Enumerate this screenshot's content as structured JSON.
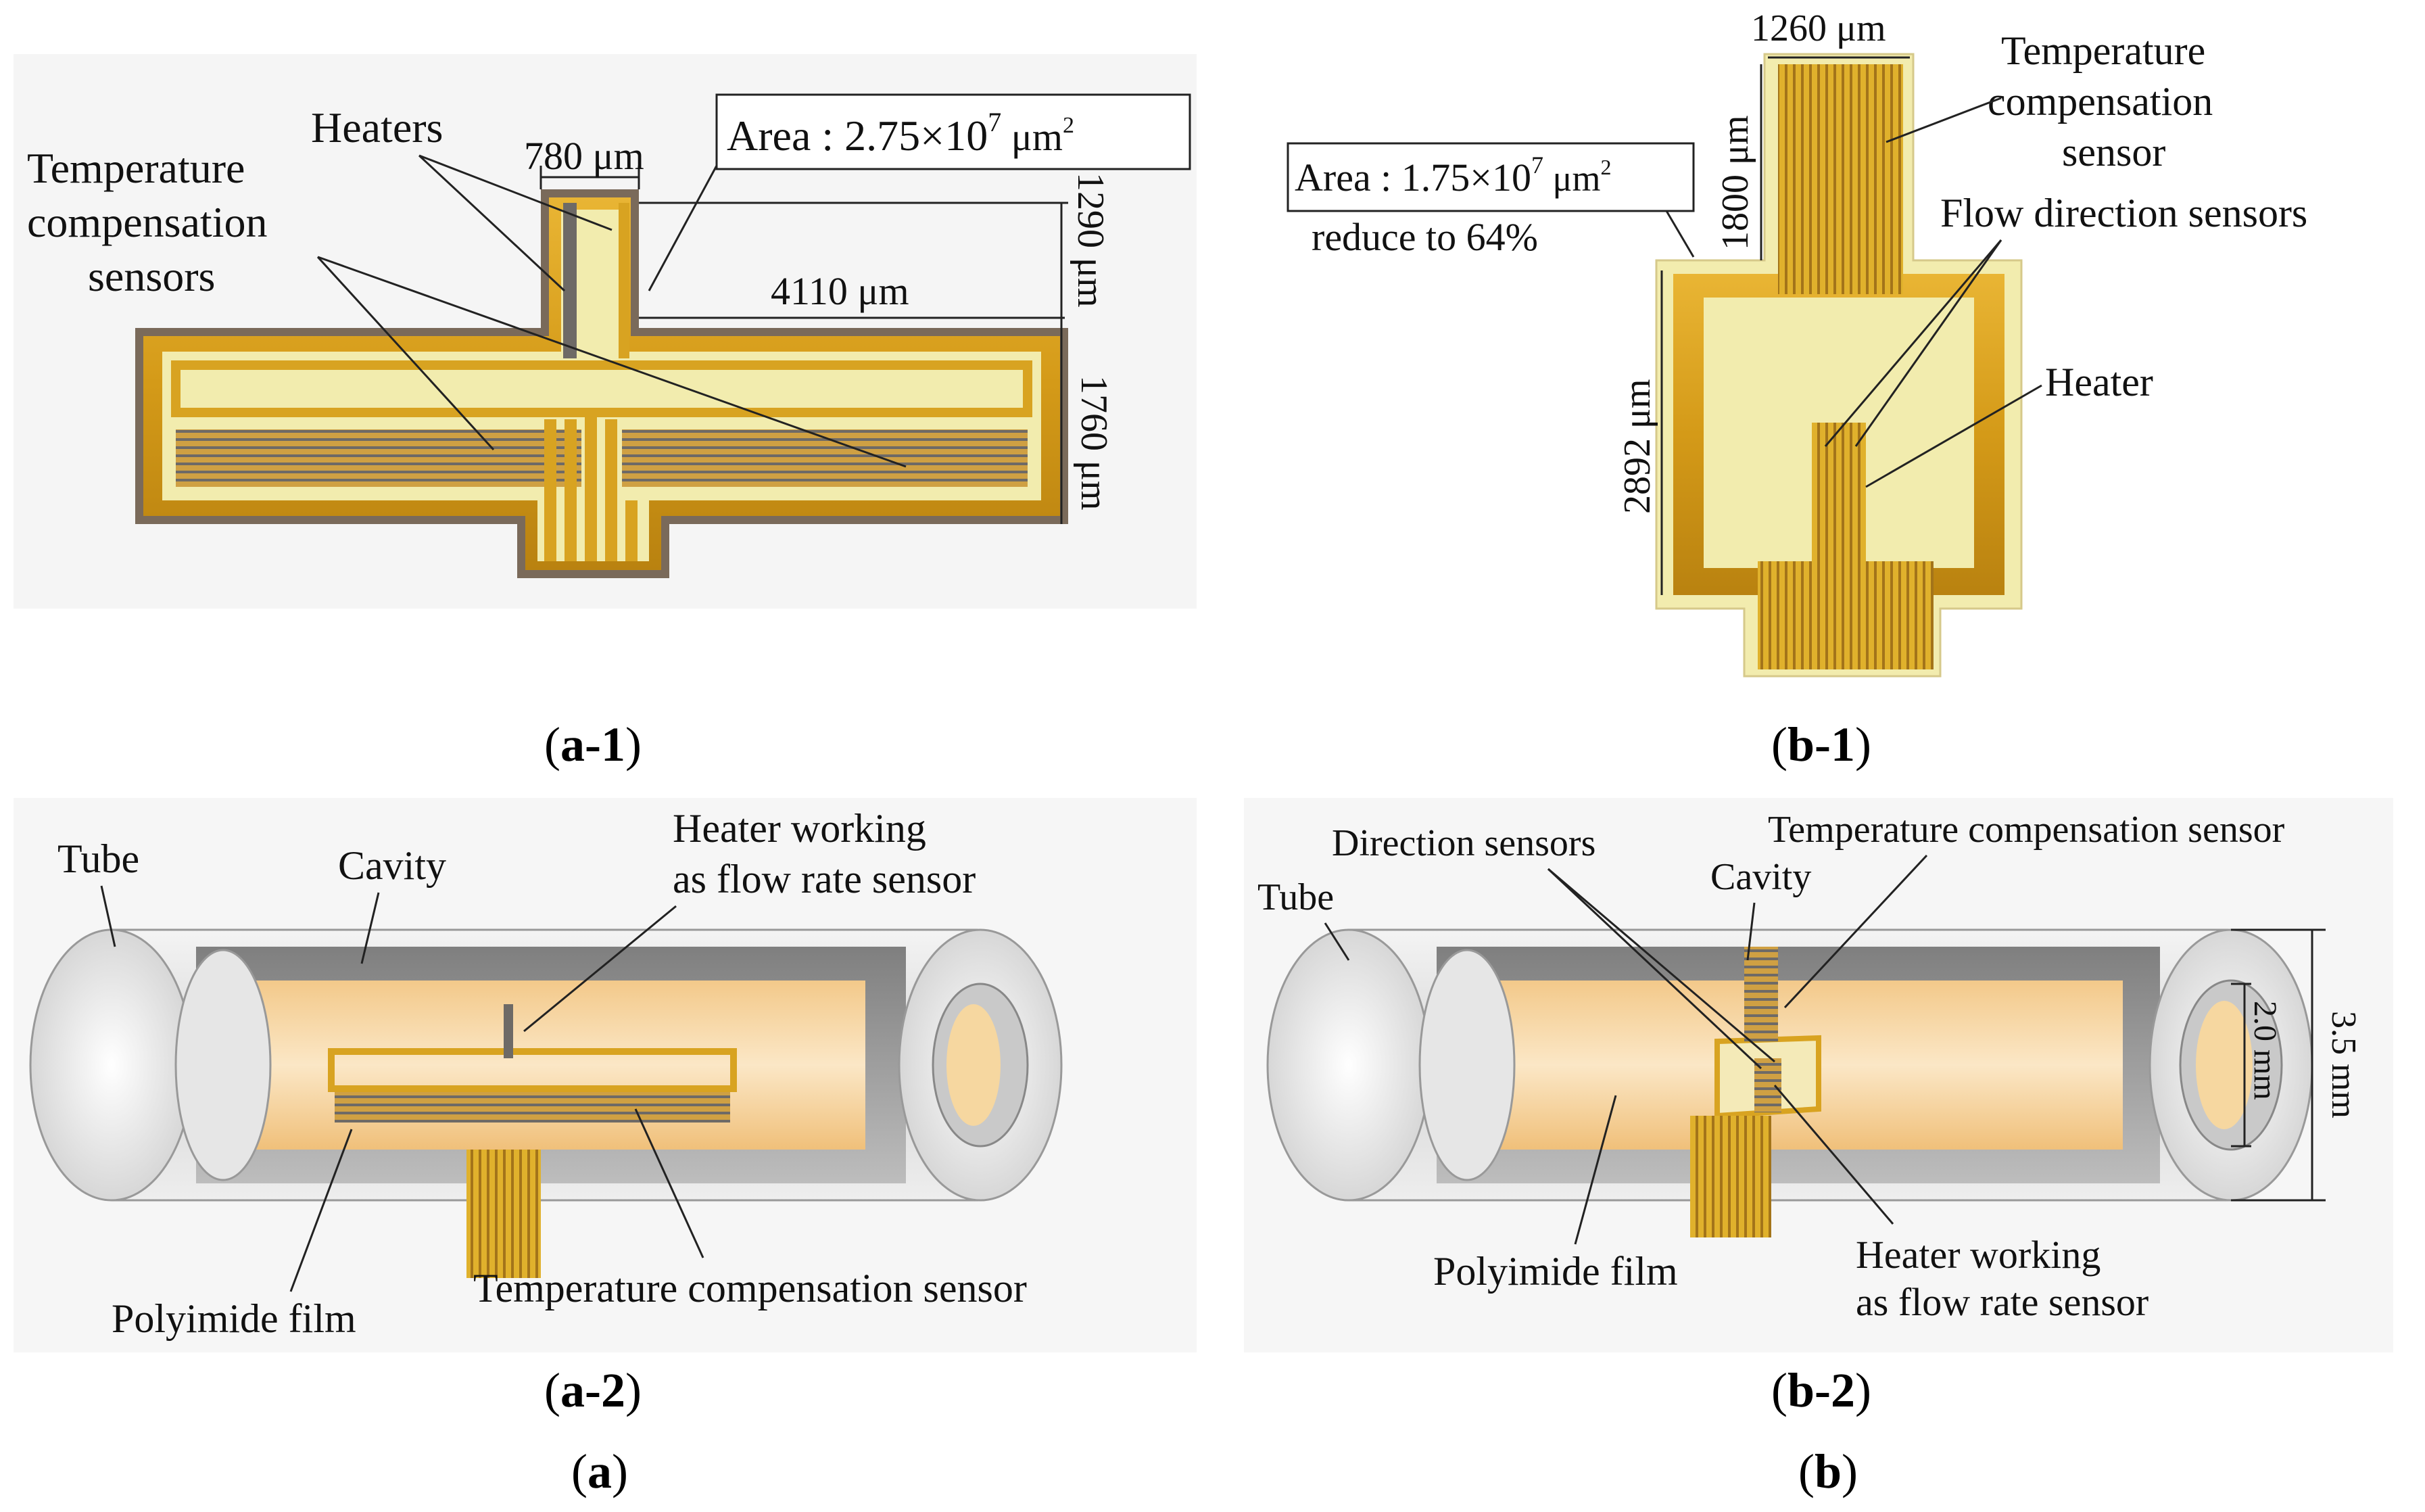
{
  "panel_a1": {
    "label_heaters": "Heaters",
    "label_tcs_line1": "Temperature",
    "label_tcs_line2": "compensation",
    "label_tcs_line3": "sensors",
    "dim_width": "780 μm",
    "dim_area": "Area : 2.75×10",
    "dim_area_exp": "7",
    "dim_area_unit": " μm",
    "dim_area_unit_exp": "2",
    "dim_length": "4110 μm",
    "dim_height_top": "1290 μm",
    "dim_height_body": "1760 μm",
    "caption": "a-1"
  },
  "panel_b1": {
    "dim_width": "1260 μm",
    "dim_height_top": "1800 μm",
    "dim_height_body": "2892 μm",
    "area_text": "Area : 1.75×10",
    "area_exp": "7",
    "area_unit": " μm",
    "area_unit_exp": "2",
    "reduce_text": "reduce to 64%",
    "label_tcs_line1": "Temperature",
    "label_tcs_line2": "compensation",
    "label_tcs_line3": "sensor",
    "label_flow_dir": "Flow direction sensors",
    "label_heater": "Heater",
    "caption": "b-1"
  },
  "panel_a2": {
    "label_tube": "Tube",
    "label_cavity": "Cavity",
    "label_heater_line1": "Heater working",
    "label_heater_line2": "as flow rate sensor",
    "label_film": "Polyimide film",
    "label_tcs": "Temperature compensation sensor",
    "caption": "a-2"
  },
  "panel_b2": {
    "label_direction": "Direction sensors",
    "label_tcs": "Temperature compensation sensor",
    "label_tube": "Tube",
    "label_cavity": "Cavity",
    "label_film": "Polyimide film",
    "label_heater_line1": "Heater working",
    "label_heater_line2": "as flow rate sensor",
    "dim_inner": "2.0 mm",
    "dim_outer": "3.5 mm",
    "caption": "b-2"
  },
  "captions": {
    "a": "a",
    "b": "b"
  },
  "colors": {
    "gold": "#d9a520",
    "gold_dark": "#b07c10",
    "pale_yellow": "#f2ecae",
    "film_outline": "#7a6a5a",
    "tube_gray": "#dcdcdc",
    "cavity_gray": "#9a9a9a",
    "inner_orange": "#f6d7a0"
  }
}
